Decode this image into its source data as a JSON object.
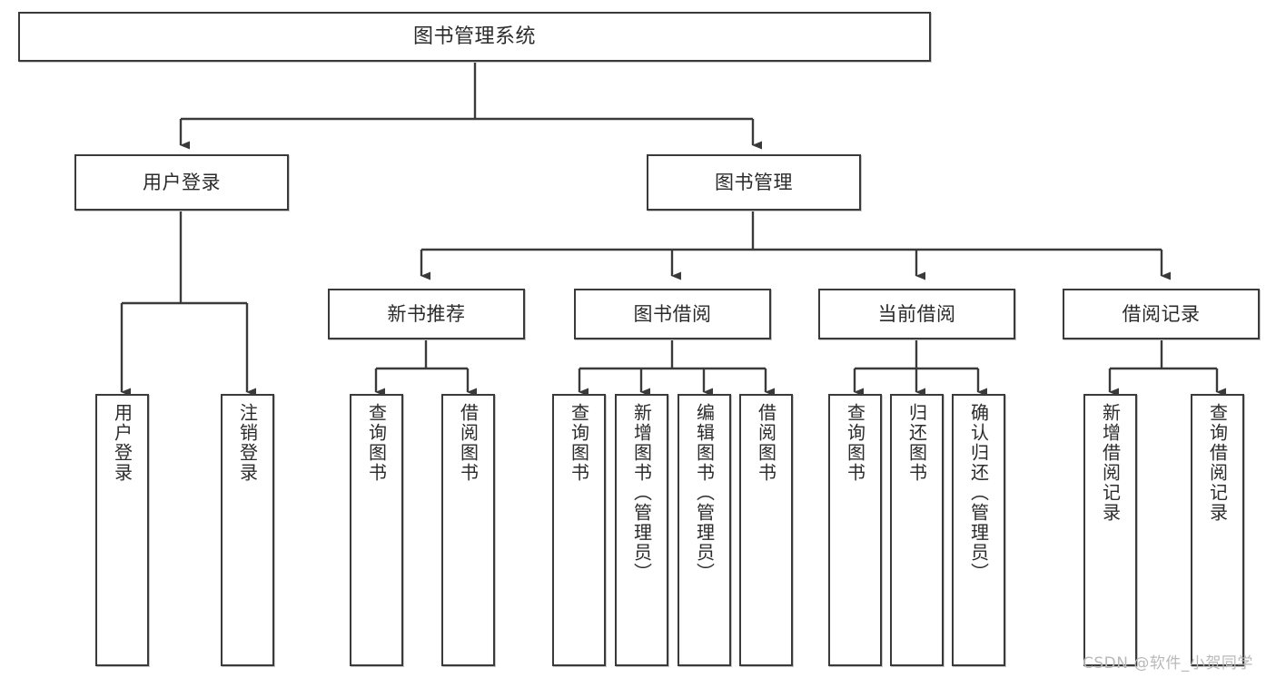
{
  "diagram": {
    "title": "图书管理系统",
    "type": "tree-hierarchy-diagram",
    "colors": {
      "box_border": "#3a3a3a",
      "box_fill": "#ffffff",
      "connector": "#3a3a3a",
      "text": "#2b2b2b",
      "watermark": "#b9b9b9",
      "background": "#ffffff"
    },
    "root": {
      "label": "图书管理系统"
    },
    "level1": [
      {
        "label": "用户登录"
      },
      {
        "label": "图书管理"
      }
    ],
    "level2": [
      {
        "label": "新书推荐"
      },
      {
        "label": "图书借阅"
      },
      {
        "label": "当前借阅"
      },
      {
        "label": "借阅记录"
      }
    ],
    "leaves": {
      "user_login": [
        {
          "label": "用户登录"
        },
        {
          "label": "注销登录"
        }
      ],
      "new_book_recommend": [
        {
          "label": "查询图书"
        },
        {
          "label": "借阅图书"
        }
      ],
      "book_borrow": [
        {
          "label": "查询图书"
        },
        {
          "label": "新增图书（管理员）"
        },
        {
          "label": "编辑图书（管理员）"
        },
        {
          "label": "借阅图书"
        }
      ],
      "current_borrow": [
        {
          "label": "查询图书"
        },
        {
          "label": "归还图书"
        },
        {
          "label": "确认归还（管理员）"
        }
      ],
      "borrow_record": [
        {
          "label": "新增借阅记录"
        },
        {
          "label": "查询借阅记录"
        }
      ]
    },
    "watermark": "CSDN @软件_小贺同学"
  }
}
